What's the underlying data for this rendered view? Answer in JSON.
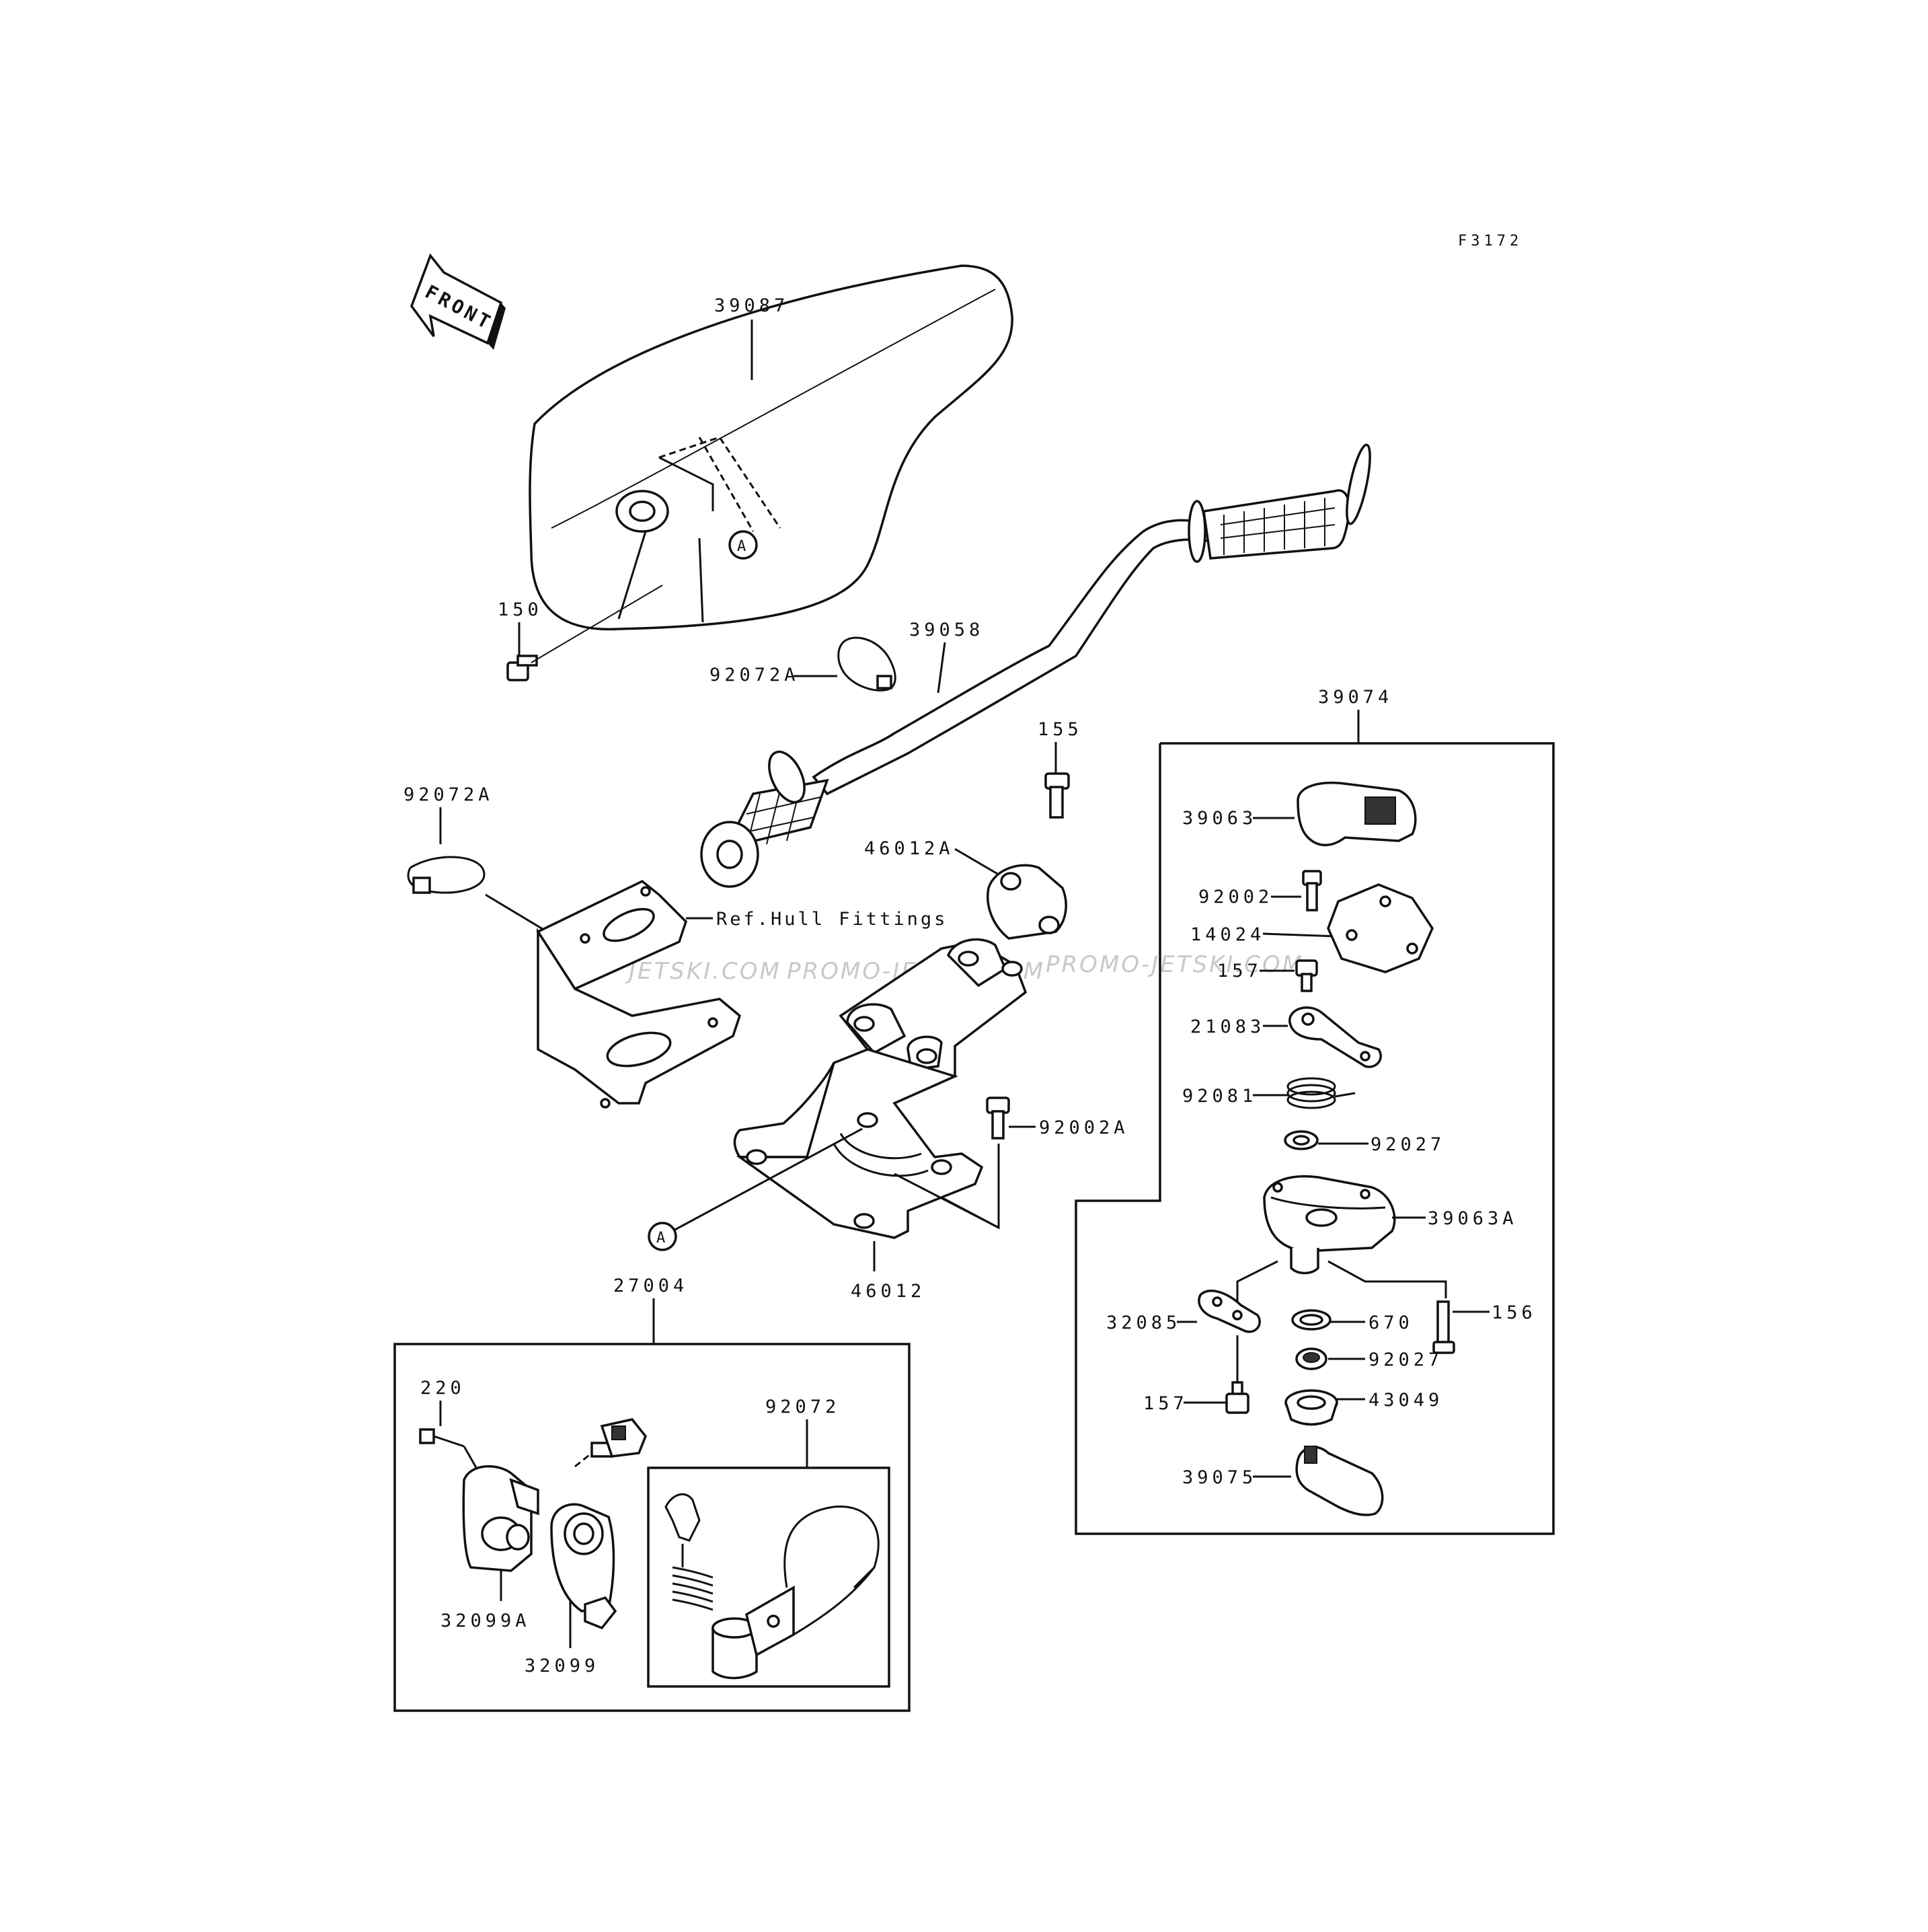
{
  "figure_code": "F3172",
  "front_arrow_label": "FRONT",
  "reference_marker": "A",
  "ref_note": "Ref.Hull Fittings",
  "watermarks": [
    "JETSKI.COM",
    "PROMO-JETSKI.COM",
    "PROMO-JETSKI.COM"
  ],
  "part_numbers": {
    "p39087": "39087",
    "p150": "150",
    "p39058": "39058",
    "p92072A_top": "92072A",
    "p92072A_left": "92072A",
    "p155": "155",
    "p46012A": "46012A",
    "p92002A": "92002A",
    "p46012": "46012",
    "p27004": "27004",
    "p220": "220",
    "p92072": "92072",
    "p32099A": "32099A",
    "p32099": "32099",
    "p39074": "39074",
    "p39063": "39063",
    "p92002": "92002",
    "p14024": "14024",
    "p157_top": "157",
    "p21083": "21083",
    "p92081": "92081",
    "p92027_top": "92027",
    "p39063A": "39063A",
    "p156": "156",
    "p32085": "32085",
    "p670": "670",
    "p92027_bottom": "92027",
    "p157_bottom": "157",
    "p43049": "43049",
    "p39075": "39075"
  }
}
